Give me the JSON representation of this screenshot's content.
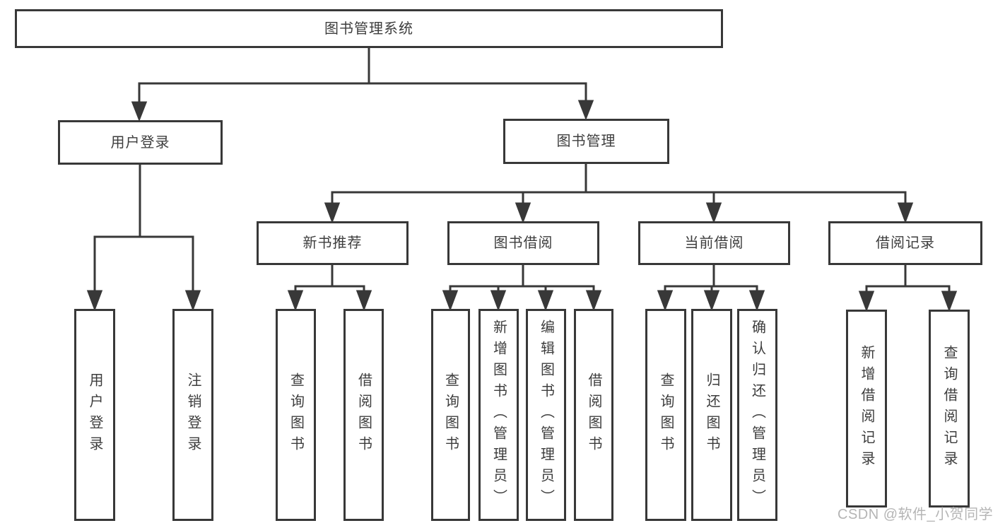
{
  "diagram": {
    "title": "图书管理系统",
    "nodes": {
      "root": {
        "label": "图书管理系统"
      },
      "userLogin": {
        "label": "用户登录",
        "parent": "root"
      },
      "bookMgmt": {
        "label": "图书管理",
        "parent": "root"
      },
      "newBookRec": {
        "label": "新书推荐",
        "parent": "图书管理"
      },
      "bookBorrow": {
        "label": "图书借阅",
        "parent": "图书管理"
      },
      "currentBorrow": {
        "label": "当前借阅",
        "parent": "图书管理"
      },
      "borrowRecord": {
        "label": "借阅记录",
        "parent": "图书管理"
      },
      "loginLeaf": {
        "label": "用户登录",
        "parent": "用户登录"
      },
      "logoutLeaf": {
        "label": "注销登录",
        "parent": "用户登录"
      },
      "queryBook1": {
        "label": "查询图书",
        "parent": "新书推荐"
      },
      "borrowBook1": {
        "label": "借阅图书",
        "parent": "新书推荐"
      },
      "queryBook2": {
        "label": "查询图书",
        "parent": "图书借阅"
      },
      "addBook": {
        "label": "新增图书（管理员）",
        "parent": "图书借阅"
      },
      "editBook": {
        "label": "编辑图书（管理员）",
        "parent": "图书借阅"
      },
      "borrowBook2": {
        "label": "借阅图书",
        "parent": "图书借阅"
      },
      "queryBook3": {
        "label": "查询图书",
        "parent": "当前借阅"
      },
      "returnBook": {
        "label": "归还图书",
        "parent": "当前借阅"
      },
      "confirmReturn": {
        "label": "确认归还（管理员）",
        "parent": "当前借阅"
      },
      "addRecord": {
        "label": "新增借阅记录",
        "parent": "借阅记录"
      },
      "queryRecord": {
        "label": "查询借阅记录",
        "parent": "借阅记录"
      }
    },
    "watermark": "CSDN @软件_小贺同学",
    "colors": {
      "line": "#383838",
      "text": "#3d3d3d",
      "background": "#ffffff",
      "watermark": "#b5b5b5"
    }
  }
}
